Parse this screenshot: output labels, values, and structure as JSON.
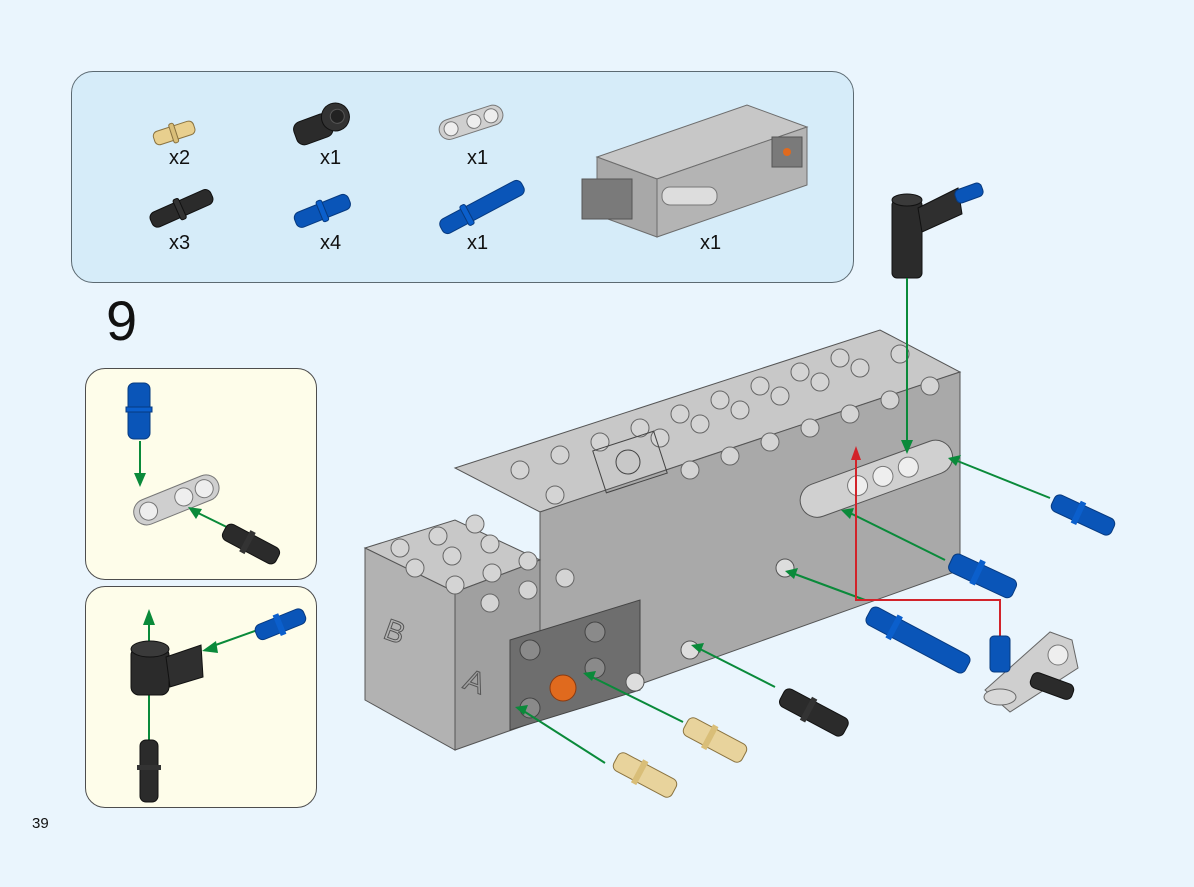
{
  "page": {
    "number": "39",
    "step_number": "9"
  },
  "parts_list": {
    "items": [
      {
        "part": "tan-friction-pin-icon",
        "qty": "x2"
      },
      {
        "part": "black-angle-connector-icon",
        "qty": "x1"
      },
      {
        "part": "gray-pin-connector-perpendicular-icon",
        "qty": "x1"
      },
      {
        "part": "black-friction-pin-icon",
        "qty": "x3"
      },
      {
        "part": "blue-axle-pin-icon",
        "qty": "x4"
      },
      {
        "part": "blue-long-pin-icon",
        "qty": "x1"
      },
      {
        "part": "motor-hub-subassembly-icon",
        "qty": "x1"
      }
    ]
  },
  "colors": {
    "background": "#eaf5fd",
    "parts_box": "#d6ecf9",
    "sub_box": "#fefdea",
    "arrow_green": "#0a8a3a",
    "arrow_red": "#d2232a",
    "brick_gray": "#a3a3a3",
    "pin_blue": "#0a55b8",
    "pin_black": "#2a2a2a",
    "pin_tan": "#e8d39c",
    "orange": "#e06a1e"
  }
}
